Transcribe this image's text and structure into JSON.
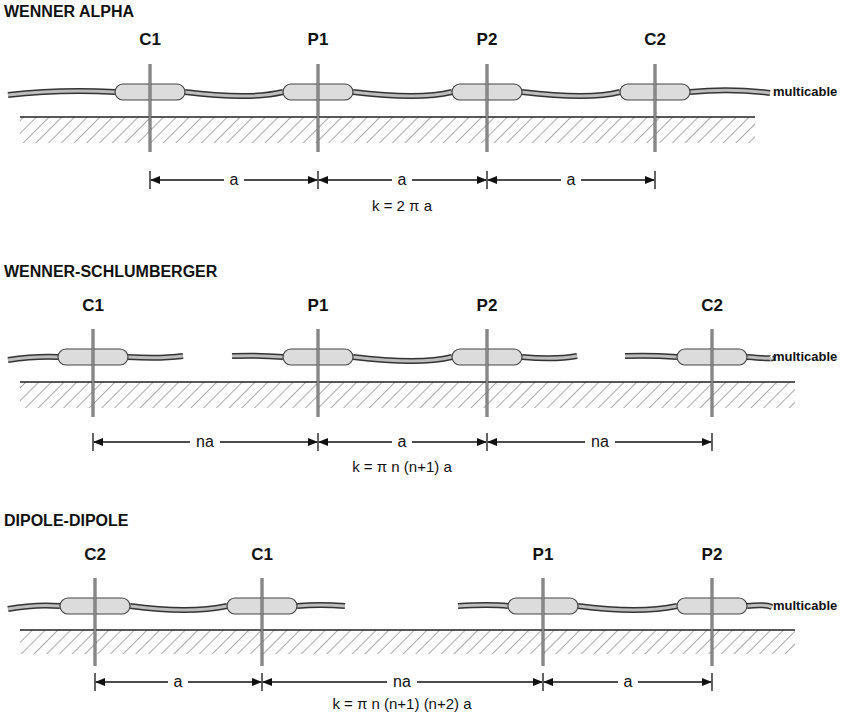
{
  "diagram": {
    "labels": [
      "WENNER ALPHA",
      "C1",
      "P1",
      "P2",
      "C2",
      "multicable",
      "a",
      "a",
      "a",
      "k = 2 π a",
      "WENNER-SCHLUMBERGER",
      "C1",
      "P1",
      "P2",
      "C2",
      "multicable",
      "na",
      "a",
      "na",
      "k = π n (n+1) a",
      "DIPOLE-DIPOLE",
      "C2",
      "C1",
      "P1",
      "P2",
      "multicable",
      "a",
      "na",
      "a",
      "k = π n (n+1) (n+2) a"
    ]
  }
}
